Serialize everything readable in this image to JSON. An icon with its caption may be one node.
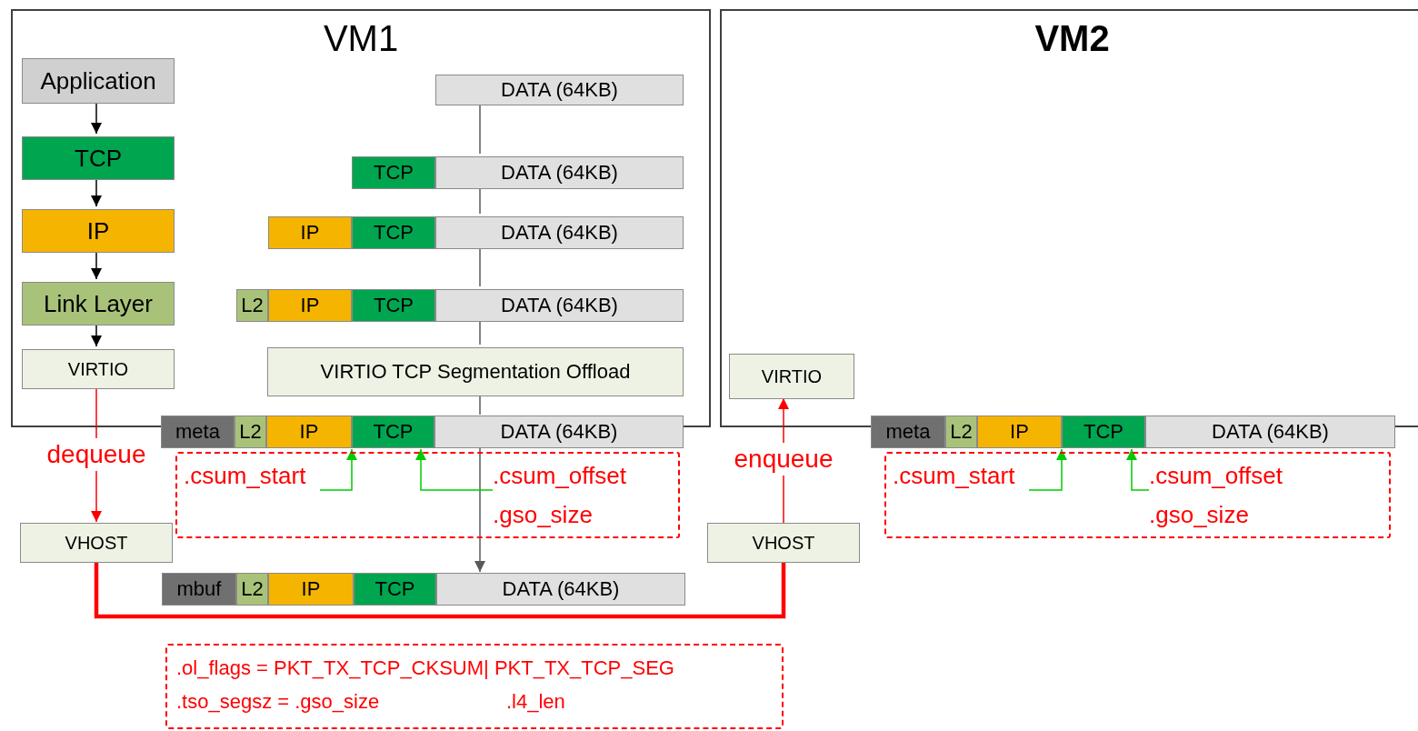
{
  "diagram": {
    "nodes": [
      {
        "text": [
          "VM1"
        ]
      },
      {
        "text": [
          "VM2"
        ]
      },
      {
        "text": [
          "Application"
        ],
        "in": 0
      },
      {
        "text": [
          "TCP"
        ],
        "in": 0
      },
      {
        "text": [
          "IP"
        ],
        "in": 0
      },
      {
        "text": [
          "Link Layer"
        ],
        "in": 0
      },
      {
        "text": [
          "VIRTIO"
        ],
        "in": 0
      },
      {
        "text": [
          "DATA (64KB)"
        ],
        "in": 0
      },
      {
        "text": [
          "TCP"
        ],
        "in": 0
      },
      {
        "text": [
          "DATA (64KB)"
        ],
        "in": 0
      },
      {
        "text": [
          "IP"
        ],
        "in": 0
      },
      {
        "text": [
          "TCP"
        ],
        "in": 0
      },
      {
        "text": [
          "DATA (64KB)"
        ],
        "in": 0
      },
      {
        "text": [
          "L2"
        ],
        "in": 0
      },
      {
        "text": [
          "IP"
        ],
        "in": 0
      },
      {
        "text": [
          "TCP"
        ],
        "in": 0
      },
      {
        "text": [
          "DATA (64KB)"
        ],
        "in": 0
      },
      {
        "text": [
          "VIRTIO TCP Segmentation Offload"
        ],
        "in": 0
      },
      {
        "text": [
          "meta"
        ]
      },
      {
        "text": [
          "L2"
        ]
      },
      {
        "text": [
          "IP"
        ]
      },
      {
        "text": [
          "TCP"
        ]
      },
      {
        "text": [
          "DATA (64KB)"
        ]
      },
      {
        "text": [
          "VHOST"
        ]
      },
      {
        "text": [
          "mbuf"
        ]
      },
      {
        "text": [
          "L2"
        ]
      },
      {
        "text": [
          "IP"
        ]
      },
      {
        "text": [
          "TCP"
        ]
      },
      {
        "text": [
          "DATA (64KB)"
        ]
      },
      {
        "text": [
          "VHOST"
        ]
      },
      {
        "text": [
          "VIRTIO"
        ],
        "in": 1
      },
      {
        "text": [
          "meta"
        ]
      },
      {
        "text": [
          "L2"
        ]
      },
      {
        "text": [
          "IP"
        ]
      },
      {
        "text": [
          "TCP"
        ]
      },
      {
        "text": [
          "DATA (64KB)"
        ]
      },
      {
        "text": [],
        "shape": "box"
      },
      {
        "text": [
          ".csum_start"
        ],
        "in": 36
      },
      {
        "text": [
          ".csum_offset"
        ],
        "in": 36
      },
      {
        "text": [
          ".gso_size"
        ],
        "in": 36
      },
      {
        "text": [],
        "shape": "box"
      },
      {
        "text": [
          ".csum_start"
        ],
        "in": 40
      },
      {
        "text": [
          ".csum_offset"
        ],
        "in": 40
      },
      {
        "text": [
          ".gso_size"
        ],
        "in": 40
      },
      {
        "text": [],
        "shape": "box"
      },
      {
        "text": [
          ".ol_flags = PKT_TX_TCP_CKSUM| PKT_TX_TCP_SEG"
        ],
        "in": 44
      },
      {
        "text": [
          ".tso_segsz = .gso_size"
        ],
        "in": 44
      },
      {
        "text": [
          ".l4_len"
        ],
        "in": 44
      }
    ],
    "edges": [
      {
        "from": 2,
        "to": 3,
        "arrow": "to"
      },
      {
        "from": 3,
        "to": 4,
        "arrow": "to"
      },
      {
        "from": 4,
        "to": 5,
        "arrow": "to"
      },
      {
        "from": 5,
        "to": 6,
        "arrow": "to"
      },
      {
        "from": 6,
        "to": 23,
        "arrow": "to",
        "label": "dequeue",
        "color": "#ff0000"
      },
      {
        "from": 23,
        "to": 29,
        "arrow": "none",
        "style": "thick",
        "color": "#ff0000"
      },
      {
        "from": 29,
        "to": 30,
        "arrow": "to",
        "label": "enqueue",
        "color": "#ff0000"
      },
      {
        "from": 7,
        "to": 9,
        "arrow": "none",
        "color": "#595959"
      },
      {
        "from": 9,
        "to": 12,
        "arrow": "none",
        "color": "#595959"
      },
      {
        "from": 12,
        "to": 16,
        "arrow": "none",
        "color": "#595959"
      },
      {
        "from": 16,
        "to": 17,
        "arrow": "none",
        "color": "#595959"
      },
      {
        "from": 17,
        "to": 22,
        "arrow": "none",
        "color": "#595959"
      },
      {
        "from": 22,
        "to": 28,
        "arrow": "to",
        "color": "#595959"
      },
      {
        "from": 37,
        "to": 21,
        "arrow": "to",
        "color": "#00cc00"
      },
      {
        "from": 38,
        "to": 21,
        "arrow": "to",
        "color": "#00cc00"
      },
      {
        "from": 41,
        "to": 34,
        "arrow": "to",
        "color": "#00cc00"
      },
      {
        "from": 42,
        "to": 34,
        "arrow": "to",
        "color": "#00cc00"
      }
    ]
  }
}
